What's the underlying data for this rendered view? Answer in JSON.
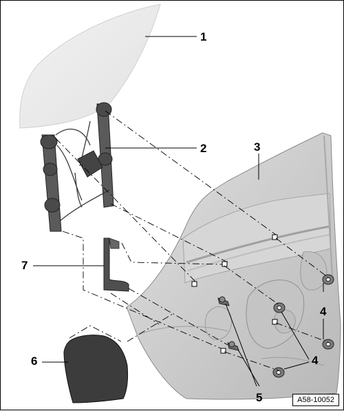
{
  "callouts": {
    "c1": "1",
    "c2": "2",
    "c3": "3",
    "c4a": "4",
    "c4b": "4",
    "c5": "5",
    "c6": "6",
    "c7": "7"
  },
  "reference": "A58-10052",
  "colors": {
    "glass": "#ececec",
    "door": "#cfcfcf",
    "door_dark": "#9a9a9a",
    "regulator": "#4a4a4a",
    "cover": "#3c3c3c",
    "line": "#000000"
  }
}
